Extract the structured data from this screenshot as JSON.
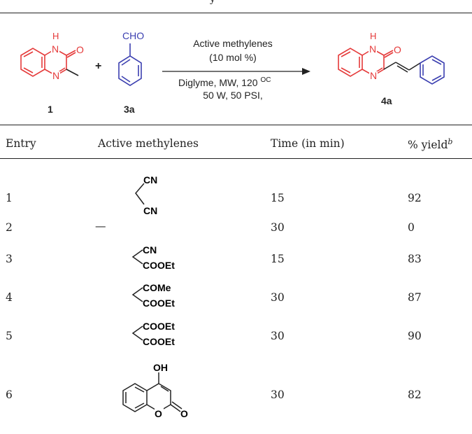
{
  "header_fragment": "y",
  "scheme": {
    "reactant1_label": "1",
    "reactant2_label": "3a",
    "product_label": "4a",
    "plus": "+",
    "reactant2_group": "CHO",
    "atom_H": "H",
    "atom_N": "N",
    "atom_O": "O",
    "conditions": [
      "Active methylenes",
      "(10 mol %)",
      "Diglyme, MW, 120 ",
      "50 W, 50 PSI,"
    ],
    "temp_unit": "OC",
    "colors": {
      "heterocycle": "#e53a3a",
      "aldehyde": "#3b3fb0",
      "bond": "#222222"
    }
  },
  "table": {
    "headers": {
      "entry": "Entry",
      "reagent": "Active methylenes",
      "time": "Time (in min)",
      "yield": "% yield",
      "yield_sup": "b"
    },
    "rows": [
      {
        "entry": "1",
        "reagent_labels": [
          "CN",
          "CN"
        ],
        "time": "15",
        "yield": "92"
      },
      {
        "entry": "2",
        "reagent_labels": [
          "—"
        ],
        "time": "30",
        "yield": "0"
      },
      {
        "entry": "3",
        "reagent_labels": [
          "CN",
          "COOEt"
        ],
        "time": "15",
        "yield": "83"
      },
      {
        "entry": "4",
        "reagent_labels": [
          "COMe",
          "COOEt"
        ],
        "time": "30",
        "yield": "87"
      },
      {
        "entry": "5",
        "reagent_labels": [
          "COOEt",
          "COOEt"
        ],
        "time": "30",
        "yield": "90"
      },
      {
        "entry": "6",
        "reagent_labels": [
          "OH",
          "O",
          "O"
        ],
        "time": "30",
        "yield": "82"
      }
    ]
  }
}
